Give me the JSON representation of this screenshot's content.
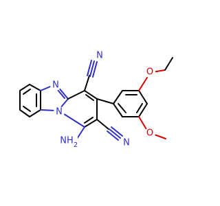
{
  "structure": {
    "background": "#ffffff",
    "colors": {
      "carbon_bond": "#000000",
      "nitrogen": "#2f2fc4",
      "oxygen": "#d70000"
    },
    "atom_labels": {
      "imine_n": "N",
      "bridge_n": "N",
      "nitrile_top_n": "N",
      "nitrile_bottom_n": "N",
      "amine": "NH",
      "amine_subscript": "2",
      "ether_o_top": "O",
      "ether_o_bottom": "O"
    }
  }
}
